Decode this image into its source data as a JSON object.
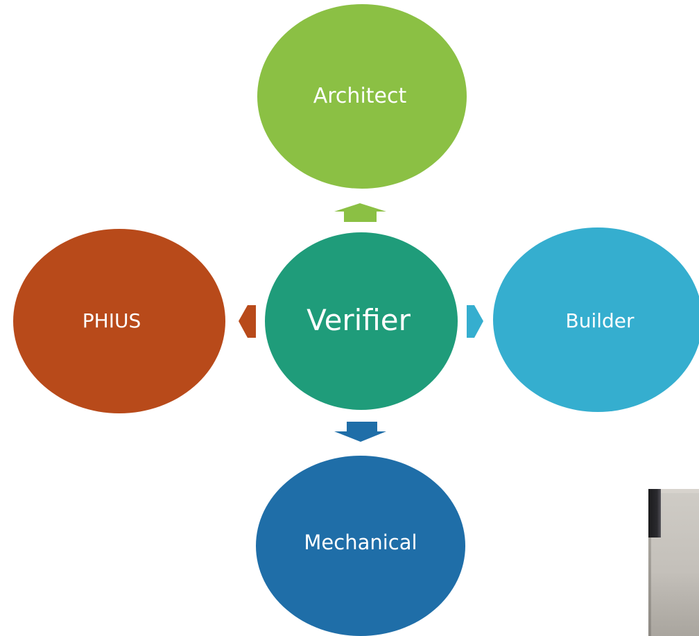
{
  "diagram": {
    "center": {
      "label": "Verifier",
      "color": "#1f9c7a"
    },
    "nodes": [
      {
        "id": "architect",
        "label": "Architect",
        "color": "#8bc044",
        "arrow_direction": "up"
      },
      {
        "id": "builder",
        "label": "Builder",
        "color": "#35aecf",
        "arrow_direction": "right"
      },
      {
        "id": "mechanical",
        "label": "Mechanical",
        "color": "#1f6ea8",
        "arrow_direction": "down"
      },
      {
        "id": "phius",
        "label": "PHIUS",
        "color": "#b84a1a",
        "arrow_direction": "left"
      }
    ]
  },
  "inset_photo": {
    "icon": "webcam-photo"
  }
}
